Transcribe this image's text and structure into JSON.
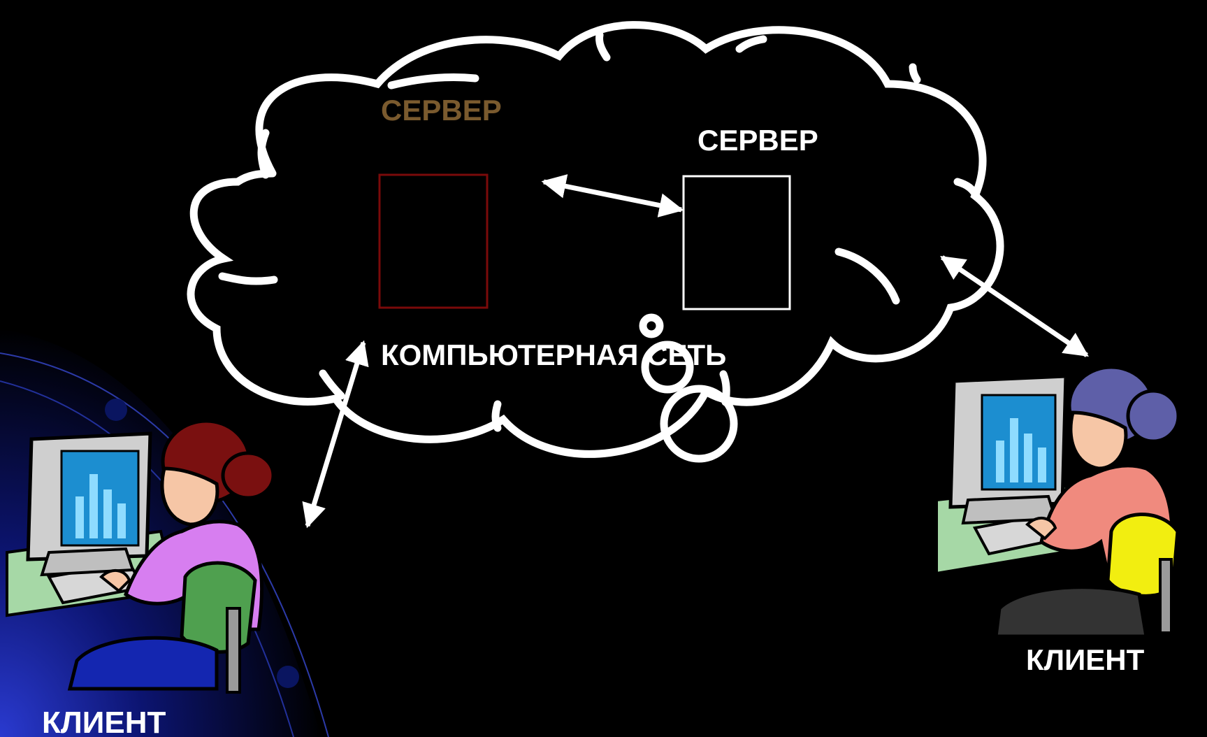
{
  "labels": {
    "server_left": "СЕРВЕР",
    "server_right": "СЕРВЕР",
    "network": "КОМПЬЮТЕРНАЯ СЕТЬ",
    "client_left": "КЛИЕНТ",
    "client_right": "КЛИЕНТ"
  },
  "colors": {
    "background": "#000000",
    "cloud_outline": "#ffffff",
    "server_left_text": "#7a5a2e",
    "server_left_box": "#7a0a0a",
    "server_right_box": "#ffffff",
    "text": "#ffffff",
    "arrows": "#ffffff",
    "corner_glow": "#1b2bb0"
  },
  "icons": {
    "client_left": "woman-at-computer-icon",
    "client_right": "woman-at-computer-icon",
    "cloud": "network-cloud-icon",
    "server": "server-box-icon"
  }
}
